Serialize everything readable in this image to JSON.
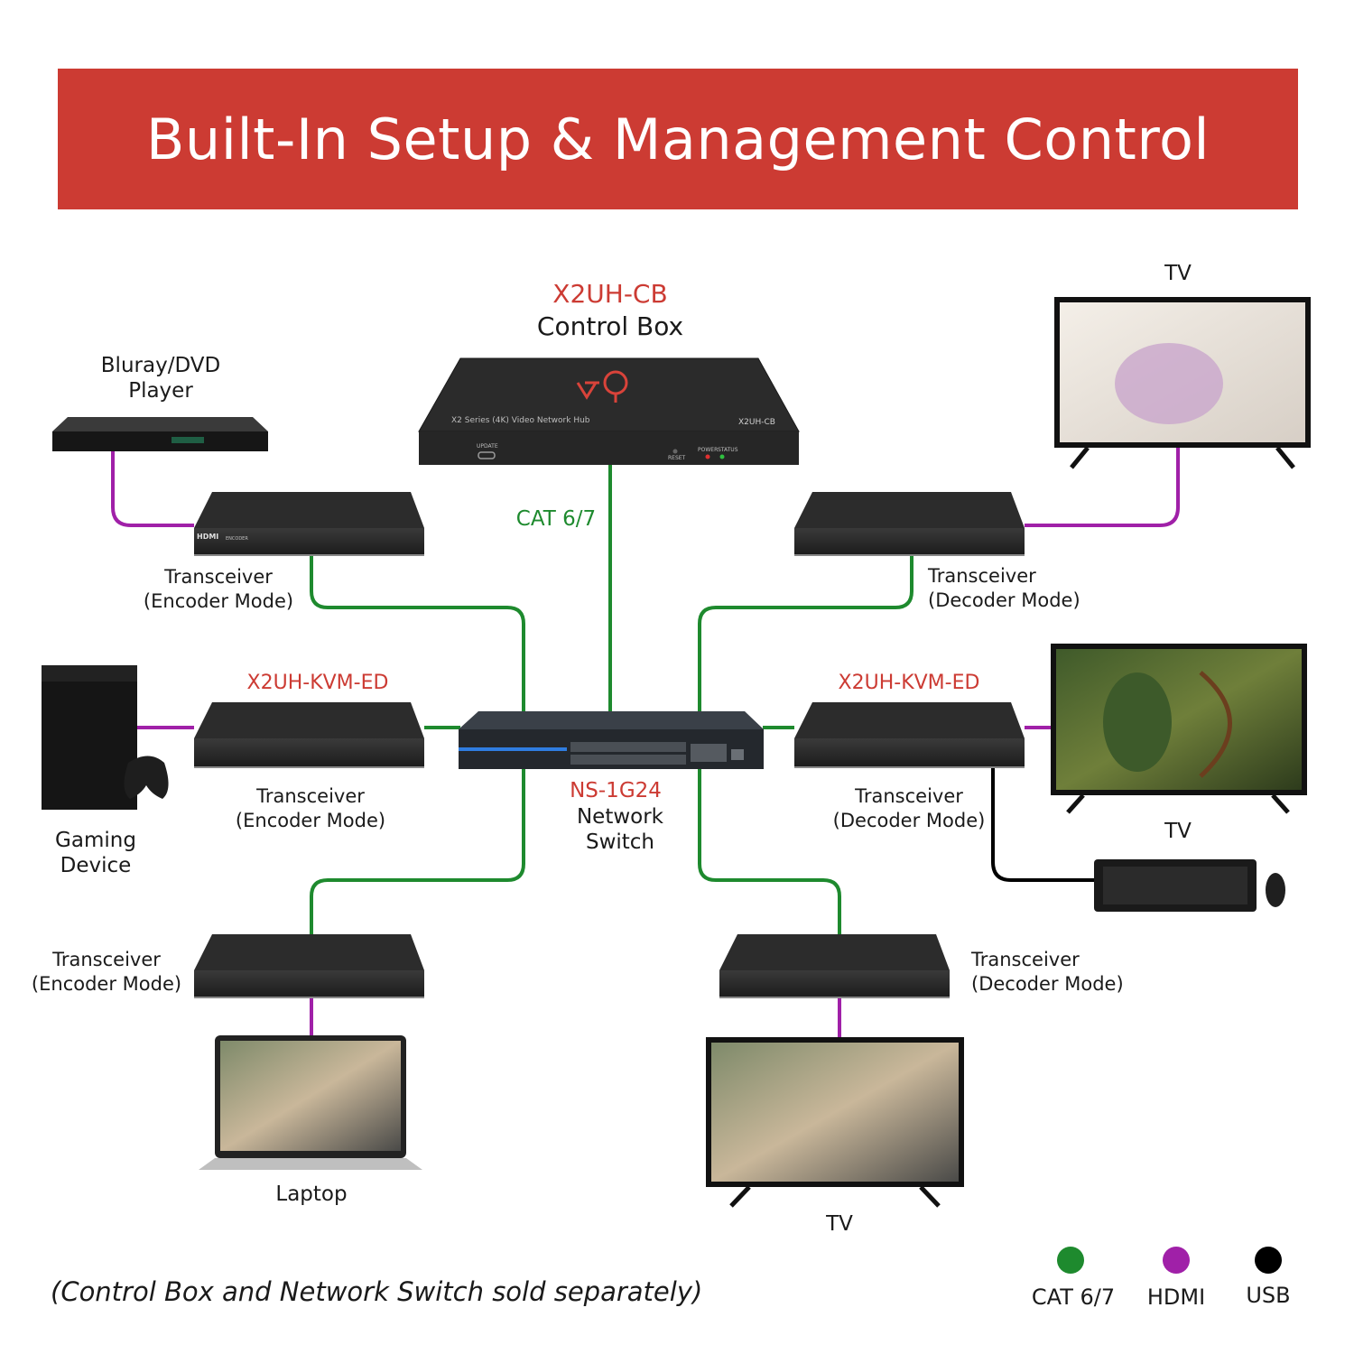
{
  "title": "Built-In Setup & Management Control",
  "colors": {
    "banner": "#cc3b33",
    "cat": "#1e8a2e",
    "hdmi": "#a020a8",
    "usb": "#000000",
    "accent_text": "#cc3b33"
  },
  "control_box": {
    "model": "X2UH-CB",
    "name": "Control Box",
    "panel_text": "X2 Series (4K) Video Network Hub",
    "model_print": "X2UH-CB",
    "port_labels": [
      "UPDATE",
      "RESET",
      "POWER",
      "STATUS"
    ]
  },
  "cable_label": "CAT 6/7",
  "switch": {
    "model": "NS-1G24",
    "name_line1": "Network",
    "name_line2": "Switch"
  },
  "kvm_model": "X2UH-KVM-ED",
  "device_print": {
    "brand": "HDMI",
    "mode": "ENCODER"
  },
  "sources": {
    "bluray": {
      "line1": "Bluray/DVD",
      "line2": "Player"
    },
    "gaming": {
      "line1": "Gaming",
      "line2": "Device"
    },
    "laptop": {
      "label": "Laptop"
    }
  },
  "displays": {
    "tv": "TV"
  },
  "transceivers": {
    "enc1": {
      "line1": "Transceiver",
      "line2": "(Encoder Mode)"
    },
    "enc2": {
      "line1": "Transceiver",
      "line2": "(Encoder Mode)"
    },
    "enc3": {
      "line1": "Transceiver",
      "line2": "(Encoder Mode)"
    },
    "dec1": {
      "line1": "Transceiver",
      "line2": "(Decoder Mode)"
    },
    "dec2": {
      "line1": "Transceiver",
      "line2": "(Decoder Mode)"
    },
    "dec3": {
      "line1": "Transceiver",
      "line2": "(Decoder Mode)"
    }
  },
  "footnote": "(Control Box and Network Switch sold separately)",
  "legend": [
    {
      "label": "CAT 6/7",
      "color": "#1e8a2e"
    },
    {
      "label": "HDMI",
      "color": "#a020a8"
    },
    {
      "label": "USB",
      "color": "#000000"
    }
  ]
}
